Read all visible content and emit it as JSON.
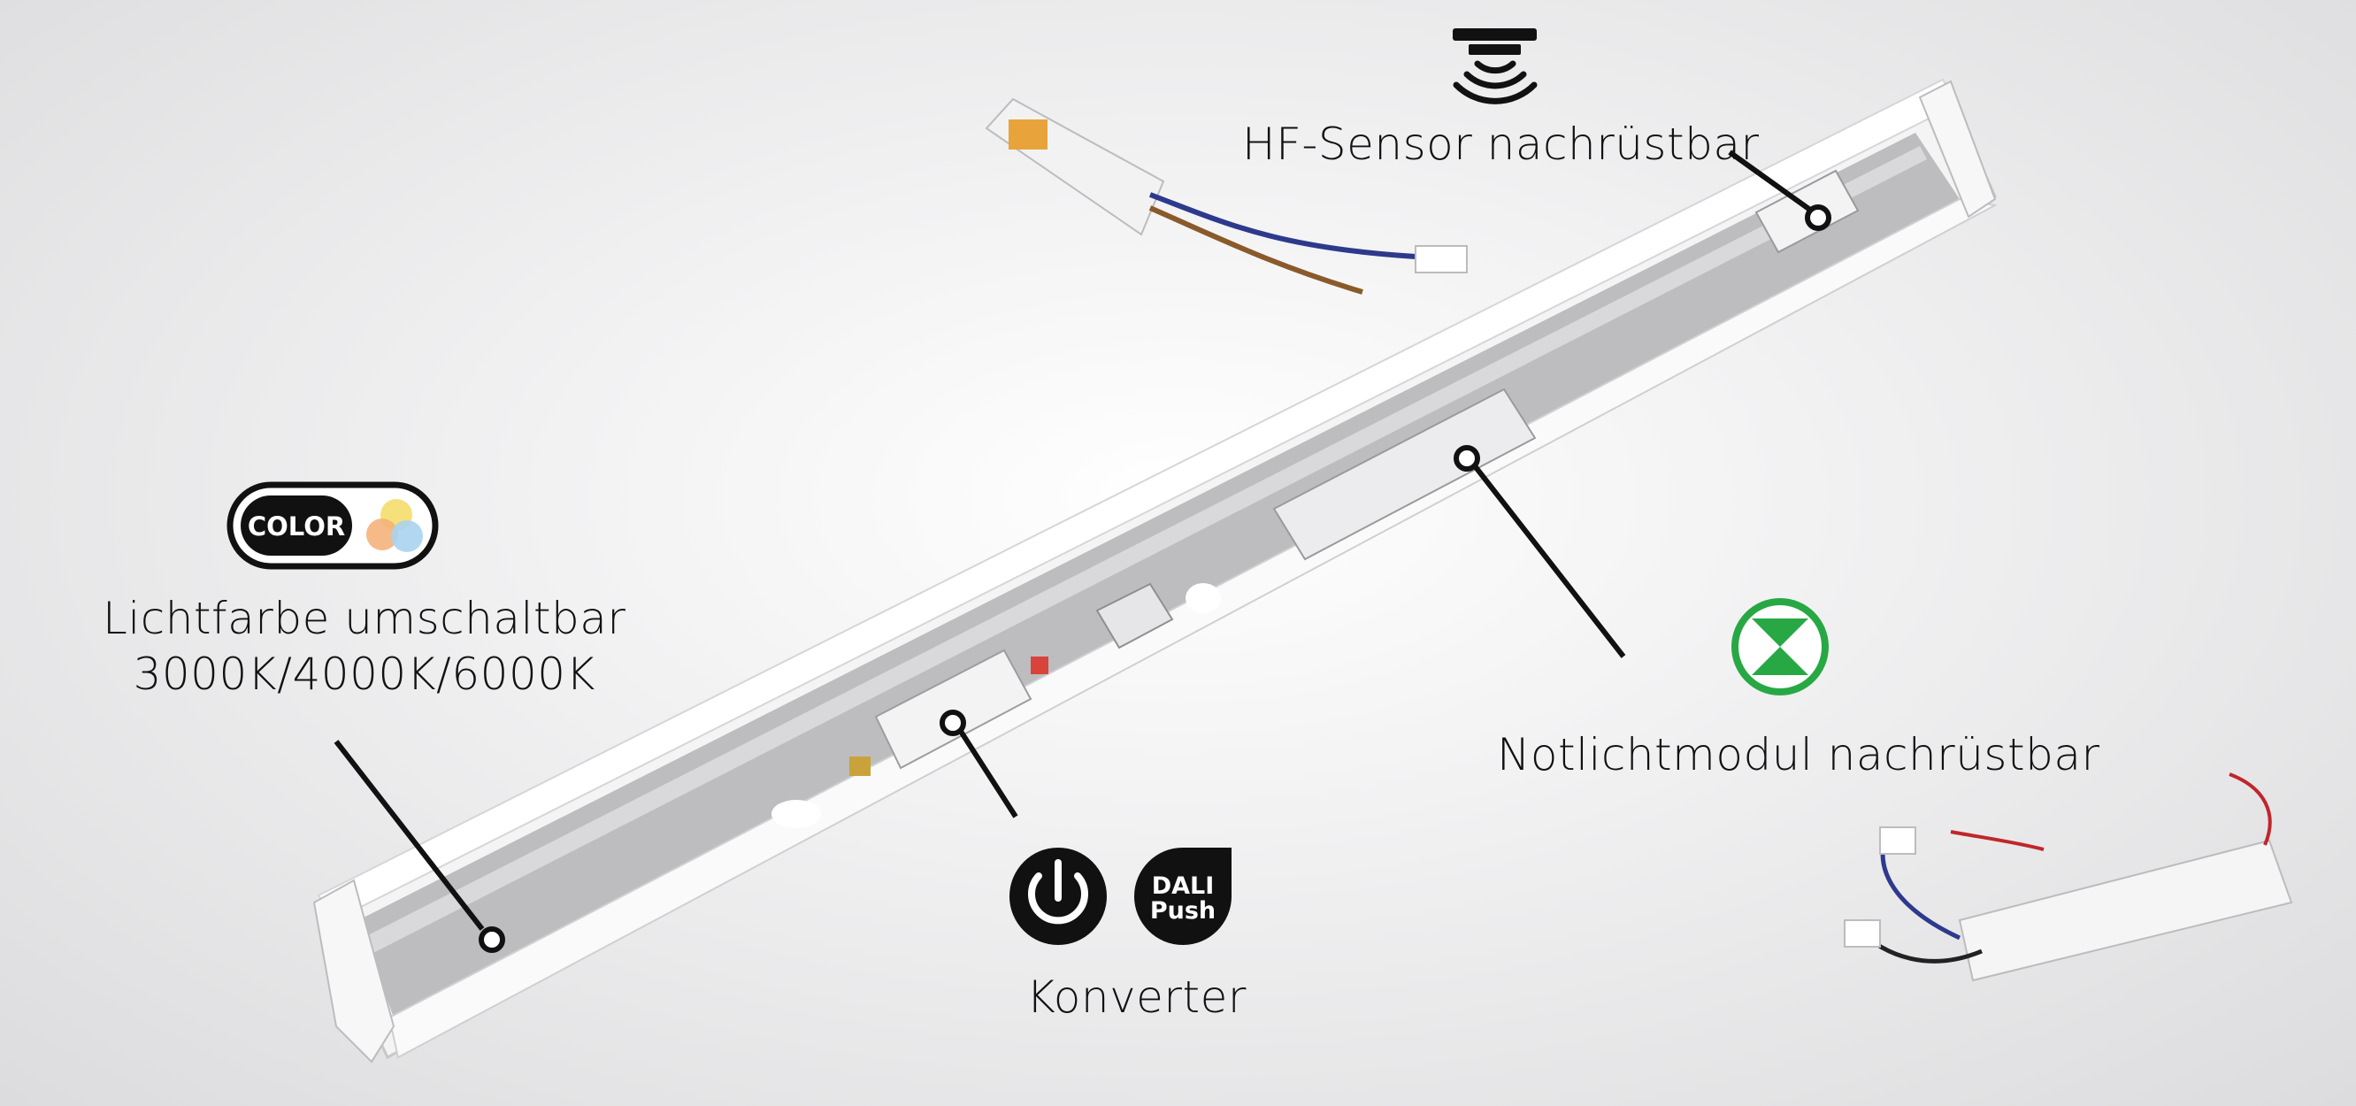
{
  "labels": {
    "hf_sensor": "HF-Sensor nachrüstbar",
    "color_line1": "Lichtfarbe umschaltbar",
    "color_line2": "3000K/4000K/6000K",
    "emergency": "Notlichtmodul nachrüstbar",
    "converter": "Konverter"
  },
  "badges": {
    "color": "COLOR",
    "dali_line1": "DALI",
    "dali_line2": "Push"
  },
  "icons": {
    "hf_sensor": "sensor-waves-icon",
    "color": "color-temperature-icon",
    "emergency": "emergency-light-icon",
    "power": "power-icon",
    "dali": "dali-push-icon"
  },
  "colors": {
    "emergency_green": "#27a844",
    "icon_black": "#111111",
    "background": "#eeeeef"
  }
}
